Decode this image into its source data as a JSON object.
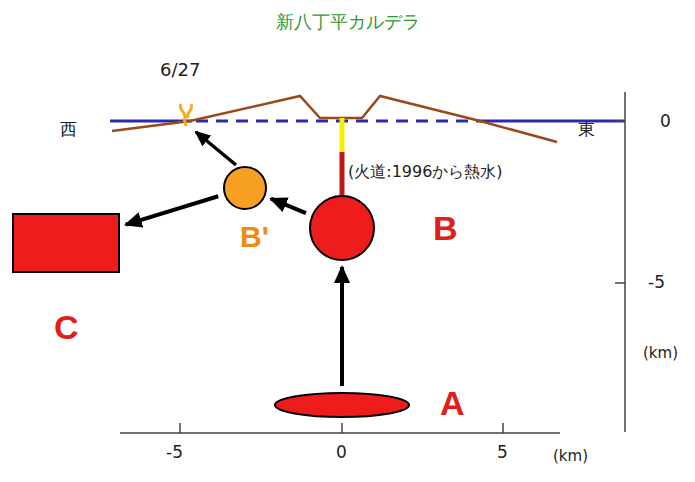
{
  "diagram": {
    "title": "新八丁平カルデラ",
    "nodes": [
      {
        "text": [
          "B'"
        ]
      },
      {
        "text": [
          "B"
        ]
      },
      {
        "text": [
          "C"
        ]
      },
      {
        "text": [
          "A"
        ]
      }
    ],
    "edges": [
      {
        "from": 3,
        "to": 1,
        "arrow": "to"
      },
      {
        "from": 1,
        "to": 0,
        "arrow": "to"
      },
      {
        "from": 0,
        "to": 2,
        "arrow": "to"
      }
    ],
    "labels": [
      "6/27",
      "西",
      "東",
      "(火道:1996から熱水)",
      "0",
      "-5",
      "(km)",
      "-5",
      "0",
      "5",
      "(km)"
    ]
  }
}
